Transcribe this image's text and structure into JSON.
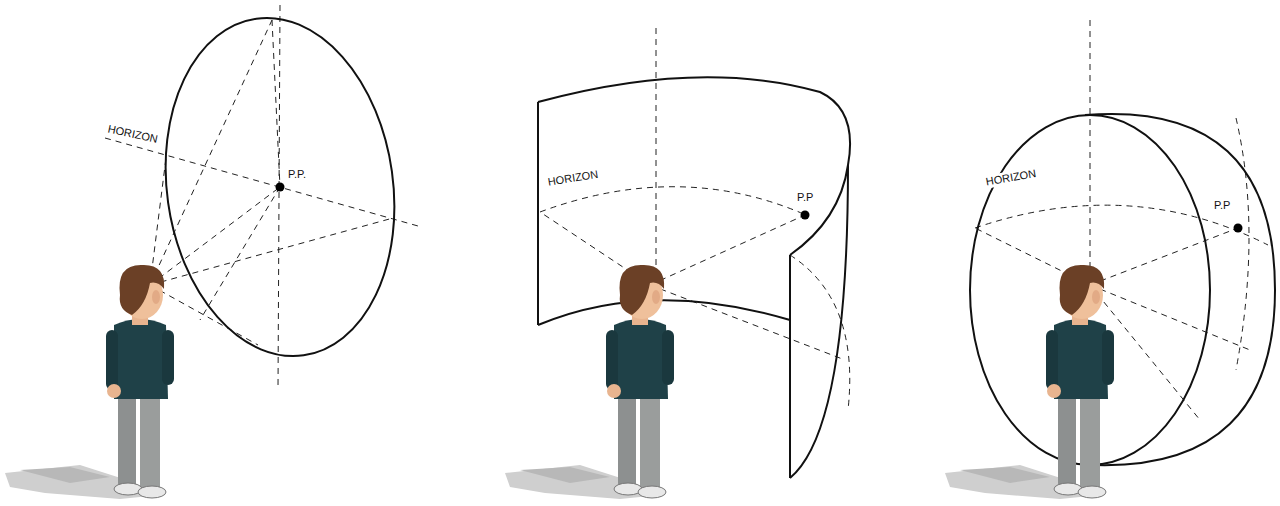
{
  "diagram": {
    "labels": [
      "HORIZON",
      "P.P.",
      "HORIZON",
      "P.P",
      "HORIZON",
      "P.P"
    ]
  }
}
